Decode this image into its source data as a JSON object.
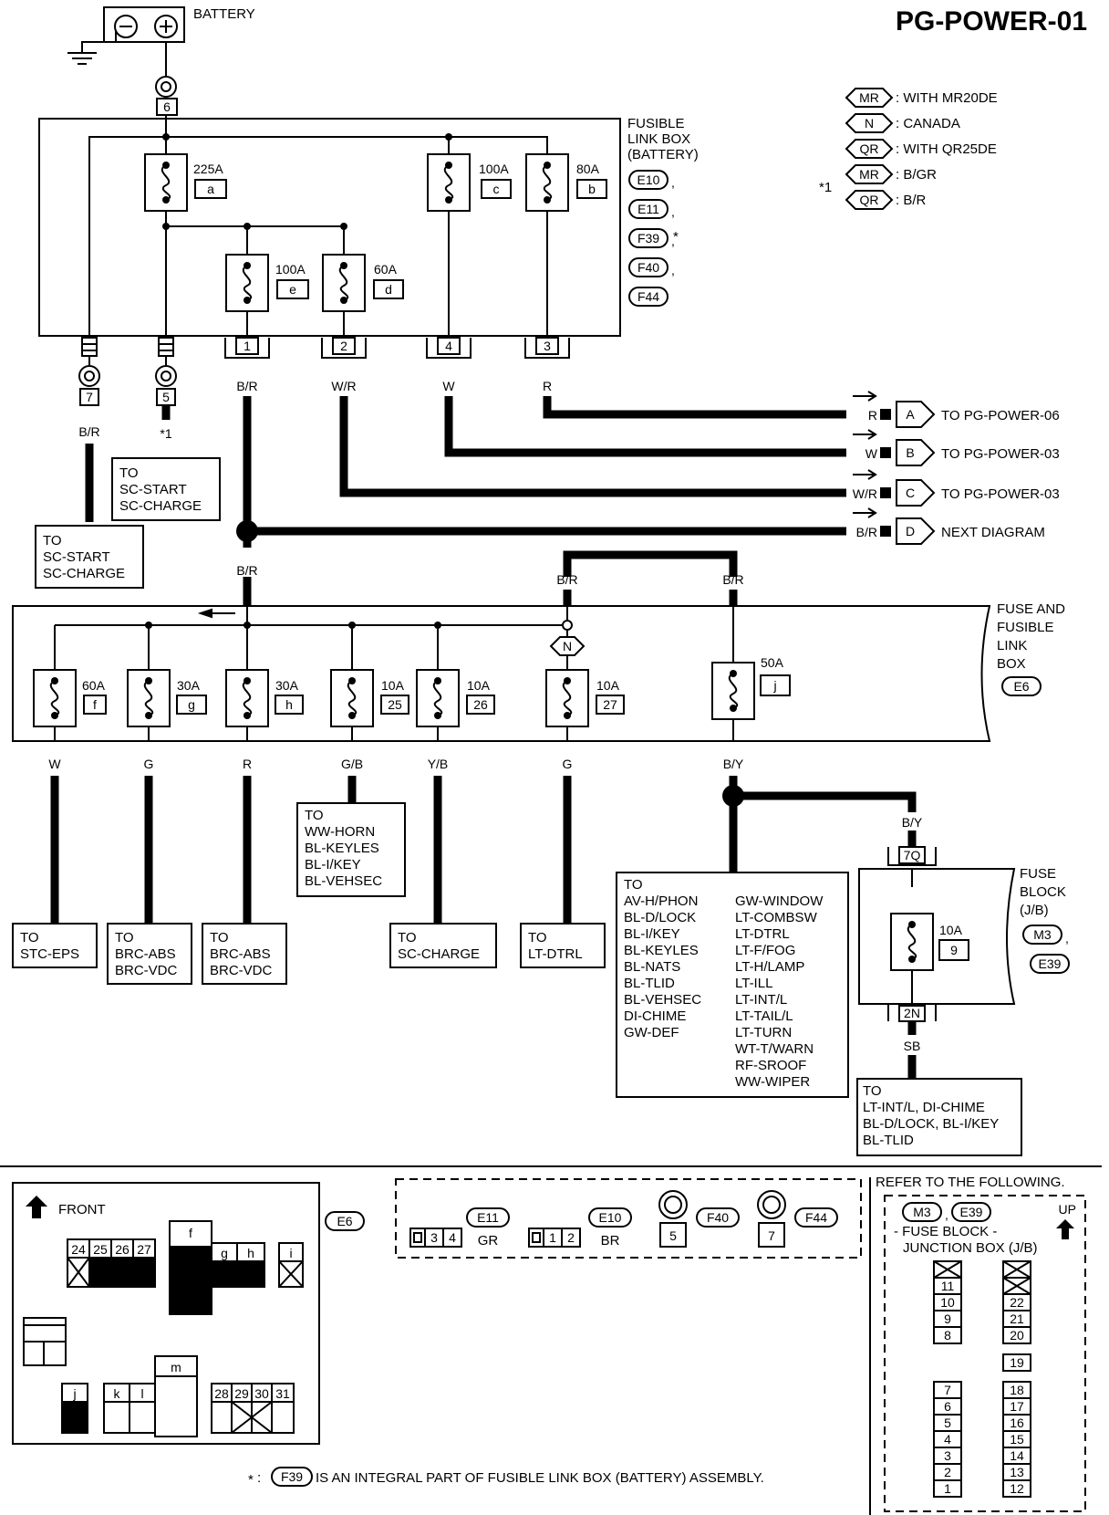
{
  "page_id": "PG-POWER-01",
  "battery_label": "BATTERY",
  "fusible_link_box": {
    "title": [
      "FUSIBLE",
      "LINK BOX",
      "(BATTERY)"
    ],
    "connectors": [
      "E10",
      "E11",
      "F39",
      "F40",
      "F44"
    ],
    "fuses": [
      {
        "rating": "225A",
        "id": "a"
      },
      {
        "rating": "100A",
        "id": "c"
      },
      {
        "rating": "80A",
        "id": "b"
      },
      {
        "rating": "100A",
        "id": "e"
      },
      {
        "rating": "60A",
        "id": "d"
      }
    ],
    "terminals": [
      "6",
      "7",
      "5",
      "1",
      "2",
      "4",
      "3"
    ]
  },
  "legend": {
    "items": [
      {
        "tag": "MR",
        "text": ": WITH MR20DE"
      },
      {
        "tag": "N",
        "text": ": CANADA"
      },
      {
        "tag": "QR",
        "text": ": WITH QR25DE"
      },
      {
        "tag": "MR",
        "text": ": B/GR"
      },
      {
        "tag": "QR",
        "text": ": B/R"
      }
    ],
    "star1": "*1"
  },
  "wires": {
    "t1": "B/R",
    "t2": "W/R",
    "t4": "W",
    "t3": "R",
    "t7": "B/R",
    "junction": "B/R",
    "fbox_in_left": "B/R",
    "fbox_in_right": "B/R"
  },
  "offpage": [
    {
      "color": "R",
      "letter": "A",
      "dest": "TO PG-POWER-06"
    },
    {
      "color": "W",
      "letter": "B",
      "dest": "TO PG-POWER-03"
    },
    {
      "color": "W/R",
      "letter": "C",
      "dest": "TO PG-POWER-03"
    },
    {
      "color": "B/R",
      "letter": "D",
      "dest": "NEXT DIAGRAM"
    }
  ],
  "star_note": "*1",
  "dest_sc5": [
    "TO",
    "SC-START",
    "SC-CHARGE"
  ],
  "dest_sc7": [
    "TO",
    "SC-START",
    "SC-CHARGE"
  ],
  "fuse_fusible_box": {
    "title": [
      "FUSE AND",
      "FUSIBLE",
      "LINK",
      "BOX"
    ],
    "connector": "E6",
    "fuses": [
      {
        "rating": "60A",
        "id": "f",
        "wire": "W"
      },
      {
        "rating": "30A",
        "id": "g",
        "wire": "G"
      },
      {
        "rating": "30A",
        "id": "h",
        "wire": "R"
      },
      {
        "rating": "10A",
        "id": "25",
        "wire": "G/B"
      },
      {
        "rating": "10A",
        "id": "26",
        "wire": "Y/B"
      },
      {
        "rating": "10A",
        "id": "27",
        "wire": "G"
      },
      {
        "rating": "50A",
        "id": "j",
        "wire": "B/Y"
      }
    ],
    "n_tag": "N"
  },
  "dests": {
    "stc": [
      "TO",
      "STC-EPS"
    ],
    "brc1": [
      "TO",
      "BRC-ABS",
      "BRC-VDC"
    ],
    "brc2": [
      "TO",
      "BRC-ABS",
      "BRC-VDC"
    ],
    "horn": [
      "TO",
      "WW-HORN",
      "BL-KEYLES",
      "BL-I/KEY",
      "BL-VEHSEC"
    ],
    "sc": [
      "TO",
      "SC-CHARGE"
    ],
    "lt": [
      "TO",
      "LT-DTRL"
    ],
    "big_left": [
      "TO",
      "AV-H/PHON",
      "BL-D/LOCK",
      "BL-I/KEY",
      "BL-KEYLES",
      "BL-NATS",
      "BL-TLID",
      "BL-VEHSEC",
      "DI-CHIME",
      "GW-DEF"
    ],
    "big_right": [
      "GW-WINDOW",
      "LT-COMBSW",
      "LT-DTRL",
      "LT-F/FOG",
      "LT-H/LAMP",
      "LT-ILL",
      "LT-INT/L",
      "LT-TAIL/L",
      "LT-TURN",
      "WT-T/WARN",
      "RF-SROOF",
      "WW-WIPER"
    ],
    "jb": [
      "TO",
      "LT-INT/L, DI-CHIME",
      "BL-D/LOCK, BL-I/KEY",
      "BL-TLID"
    ]
  },
  "fuse_block": {
    "title": [
      "FUSE",
      "BLOCK",
      "(J/B)"
    ],
    "connectors": [
      "M3",
      "E39"
    ],
    "wire_in": "B/Y",
    "term_in": "7Q",
    "rating": "10A",
    "id": "9",
    "term_out": "2N",
    "wire_out": "SB"
  },
  "bottom": {
    "front": "FRONT",
    "e6": "E6",
    "top_labels": [
      "24",
      "25",
      "26",
      "27",
      "f",
      "g",
      "h",
      "i"
    ],
    "mid_labels": [
      "m",
      "j",
      "k",
      "l",
      "28",
      "29",
      "30",
      "31"
    ],
    "conn_e11": {
      "tag": "E11",
      "color": "GR",
      "pins": [
        "3",
        "4"
      ]
    },
    "conn_e10": {
      "tag": "E10",
      "color": "BR",
      "pins": [
        "1",
        "2"
      ]
    },
    "conn_f40": {
      "tag": "F40",
      "pin": "5"
    },
    "conn_f44": {
      "tag": "F44",
      "pin": "7"
    },
    "refer": "REFER TO THE FOLLOWING.",
    "refer_tags": [
      "M3",
      "E39"
    ],
    "jb_title": [
      "- FUSE BLOCK -",
      "JUNCTION BOX (J/B)"
    ],
    "up": "UP",
    "jb_left_top": [
      "11",
      "10",
      "9",
      "8"
    ],
    "jb_right_top": [
      "22",
      "21",
      "20"
    ],
    "jb_mid": "19",
    "jb_left_bot": [
      "7",
      "6",
      "5",
      "4",
      "3",
      "2",
      "1"
    ],
    "jb_right_bot": [
      "18",
      "17",
      "16",
      "15",
      "14",
      "13",
      "12"
    ],
    "footnote_star": "*",
    "footnote_tag": "F39",
    "footnote": "IS AN INTEGRAL PART OF FUSIBLE LINK BOX (BATTERY) ASSEMBLY."
  }
}
